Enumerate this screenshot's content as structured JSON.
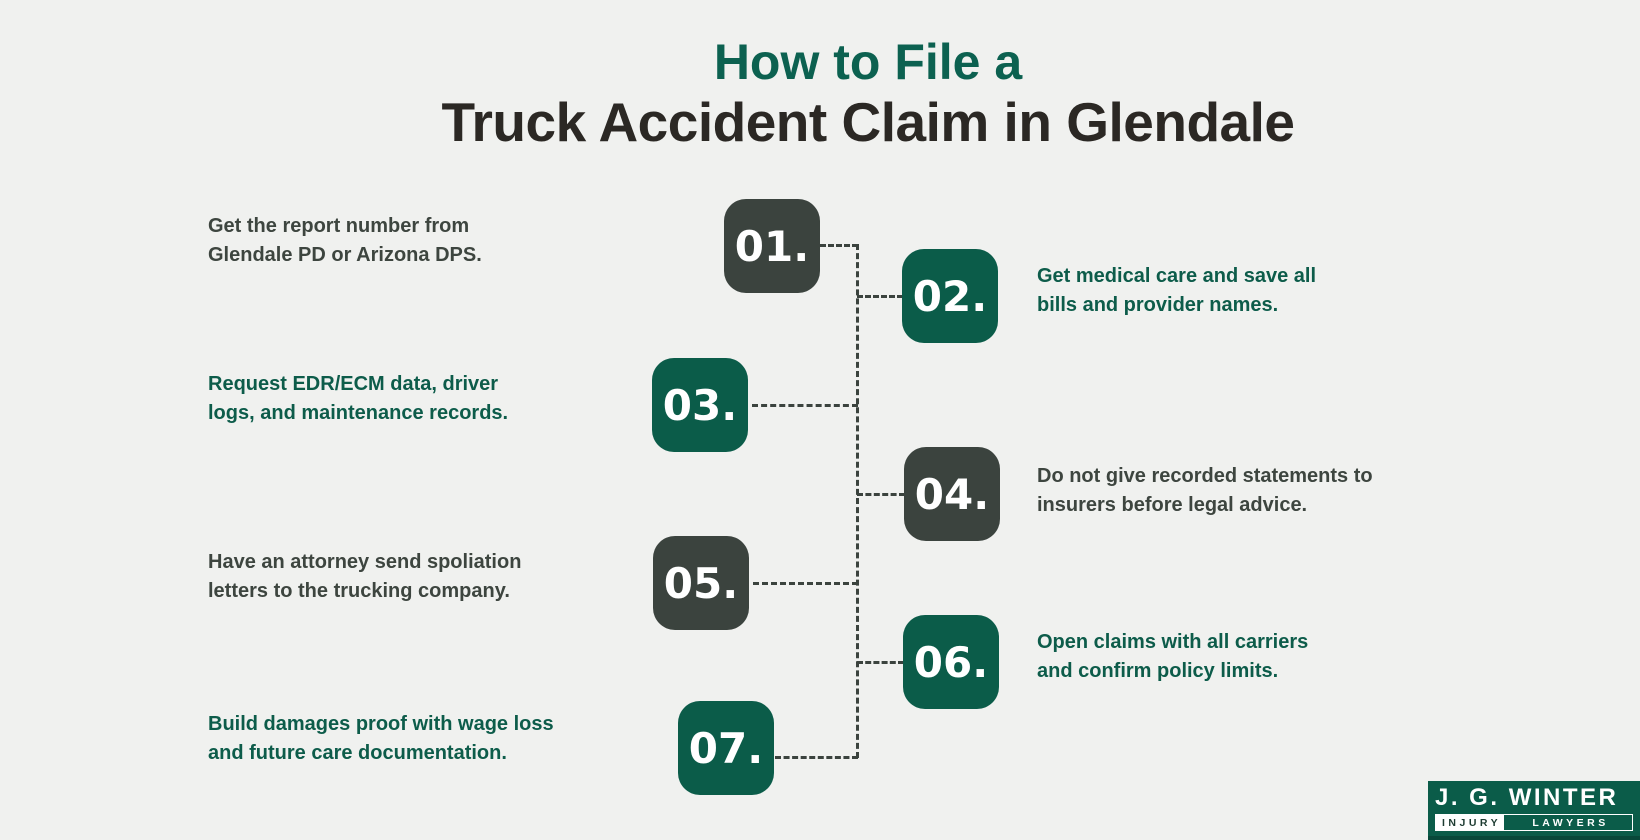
{
  "title": {
    "line1": "How to File a",
    "line2": "Truck Accident Claim in Glendale"
  },
  "steps": [
    {
      "num": "01.",
      "side": "left",
      "theme": "dark",
      "text_line1": "Get the report number from",
      "text_line2": "Glendale PD or Arizona DPS."
    },
    {
      "num": "02.",
      "side": "right",
      "theme": "green",
      "text_line1": "Get medical care and save all",
      "text_line2": "bills and provider names."
    },
    {
      "num": "03.",
      "side": "left",
      "theme": "green",
      "text_line1": "Request EDR/ECM data, driver",
      "text_line2": "logs, and maintenance records."
    },
    {
      "num": "04.",
      "side": "right",
      "theme": "dark",
      "text_line1": "Do not give recorded statements to",
      "text_line2": "insurers before legal advice."
    },
    {
      "num": "05.",
      "side": "left",
      "theme": "dark",
      "text_line1": "Have an attorney send spoliation",
      "text_line2": "letters to the trucking company."
    },
    {
      "num": "06.",
      "side": "right",
      "theme": "green",
      "text_line1": "Open claims with all carriers",
      "text_line2": "and confirm policy limits."
    },
    {
      "num": "07.",
      "side": "left",
      "theme": "green",
      "text_line1": "Build damages proof with wage loss",
      "text_line2": "and future care documentation."
    }
  ],
  "logo": {
    "name": "J. G. WINTER",
    "sub_left": "INJURY",
    "sub_right": "LAWYERS"
  },
  "colors": {
    "background": "#f0f1ef",
    "green": "#0b5c49",
    "dark": "#3b433e",
    "title_green": "#0c6150",
    "title_dark": "#2b2824",
    "dash": "#3b433e",
    "badge_text": "#ffffff"
  }
}
